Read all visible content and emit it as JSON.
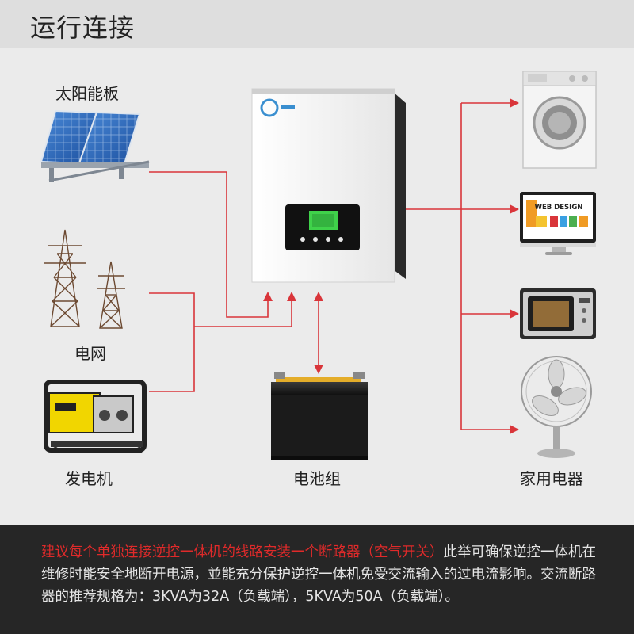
{
  "header": {
    "title": "运行连接"
  },
  "labels": {
    "solar": "太阳能板",
    "grid": "电网",
    "generator": "发电机",
    "battery": "电池组",
    "appliances": "家用电器"
  },
  "monitor": {
    "screen_text": "WEB DESIGN"
  },
  "footer": {
    "highlight": "建议每个单独连接逆控一体机的线路安装一个断路器（空气开关）",
    "body": "此举可确保逆控一体机在维修时能安全地断开电源，並能充分保护逆控一体机免受交流输入的过电流影响。交流断路器的推荐规格为：3KVA为32A（负载端），5KVA为50A（负载端）。"
  },
  "colors": {
    "line": "#d9353a",
    "header_bg": "#dedede",
    "footer_bg": "#262626",
    "highlight": "#e02a2a"
  }
}
